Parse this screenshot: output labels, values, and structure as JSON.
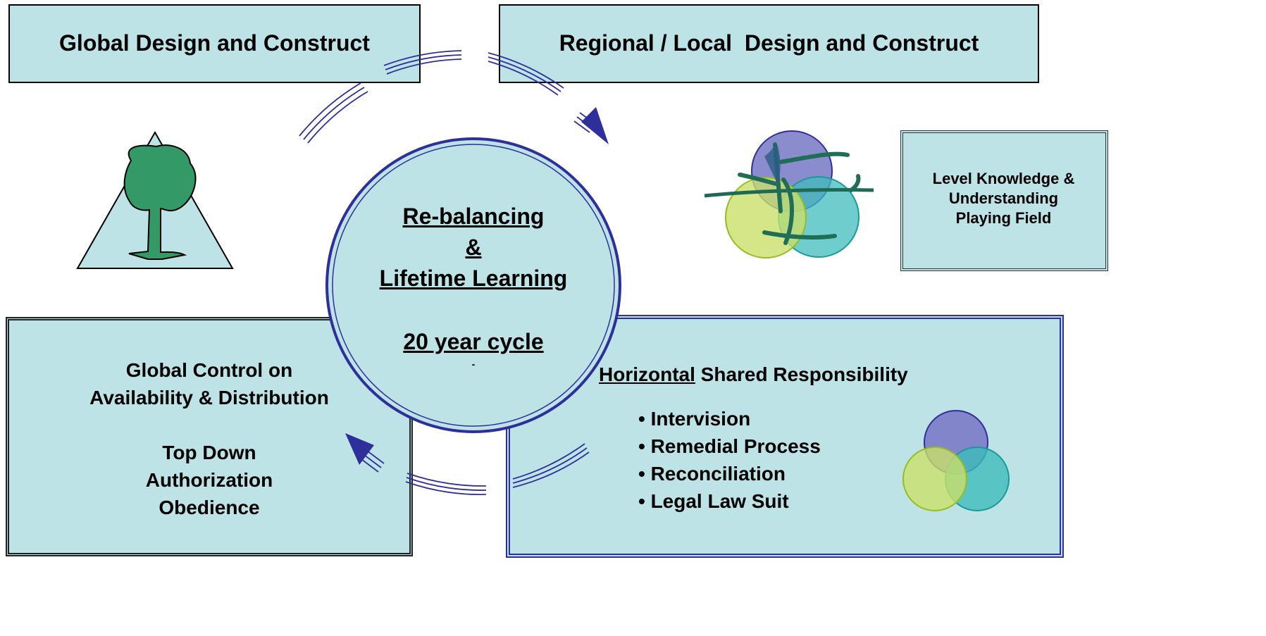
{
  "colors": {
    "box_fill": "#bde3e6",
    "arc_blue": "#2e2f9a",
    "tree_green": "#339966",
    "circle_purple": "#7e80c8",
    "circle_teal": "#3fbcbc",
    "circle_lime": "#c9e06a"
  },
  "top_left_box": {
    "title": "Global Design and Construct"
  },
  "top_right_box": {
    "title": "Regional / Local  Design and Construct"
  },
  "right_box": {
    "lines": [
      "Level Knowledge &",
      "Understanding",
      "Playing Field"
    ]
  },
  "center_circle": {
    "line1": "Re-balancing",
    "line2": "&",
    "line3": "Lifetime Learning",
    "line4": "20 year cycle",
    "line5": "-"
  },
  "bottom_left_box": {
    "line1": "Global Control on",
    "line2": "Availability & Distribution",
    "line3": "Top Down",
    "line4": "Authorization",
    "line5": "Obedience"
  },
  "bottom_right_box": {
    "title_underlined": "Horizontal",
    "title_rest": " Shared Responsibility",
    "bullets": [
      "• Intervision",
      "• Remedial Process",
      "• Reconciliation",
      "• Legal Law Suit"
    ]
  },
  "icons": [
    "tree-in-triangle-icon",
    "tree-with-circles-icon",
    "overlapping-circles-icon",
    "arrow-head-icon"
  ]
}
